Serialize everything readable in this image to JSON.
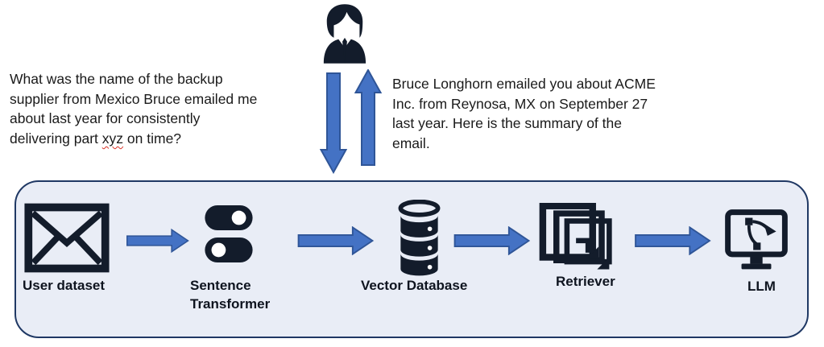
{
  "persona": {
    "icon": "businesswoman-icon"
  },
  "question": {
    "lines": [
      "What was the name of the backup",
      "supplier from Mexico Bruce emailed me",
      "about last year for consistently"
    ],
    "last_line": {
      "before": "delivering part ",
      "word": "xyz",
      "after": " on time?"
    }
  },
  "answer": {
    "lines": [
      "Bruce Longhorn emailed you about ACME",
      "Inc. from Reynosa, MX on September 27",
      "last year. Here is the summary of the",
      "email."
    ]
  },
  "pipeline": {
    "stages": [
      {
        "label": "User dataset",
        "icon": "envelope-icon"
      },
      {
        "label": "Sentence Transformer",
        "icon": "toggle-switches-icon"
      },
      {
        "label": "Vector Database",
        "icon": "database-icon"
      },
      {
        "label": "Retriever",
        "icon": "stacked-frames-icon"
      },
      {
        "label": "LLM",
        "icon": "monitor-bezier-icon"
      }
    ],
    "flow_arrow_icon": "right-arrow-icon",
    "query_arrow_icon": "down-arrow-icon",
    "response_arrow_icon": "up-arrow-icon"
  },
  "colors": {
    "arrow_fill": "#4472C4",
    "arrow_stroke": "#2F5597",
    "icon_color": "#131C2B",
    "panel_bg": "#E9EDF6",
    "panel_border": "#1F3864",
    "squiggle": "#D93025",
    "text": "#1A1A1A"
  }
}
